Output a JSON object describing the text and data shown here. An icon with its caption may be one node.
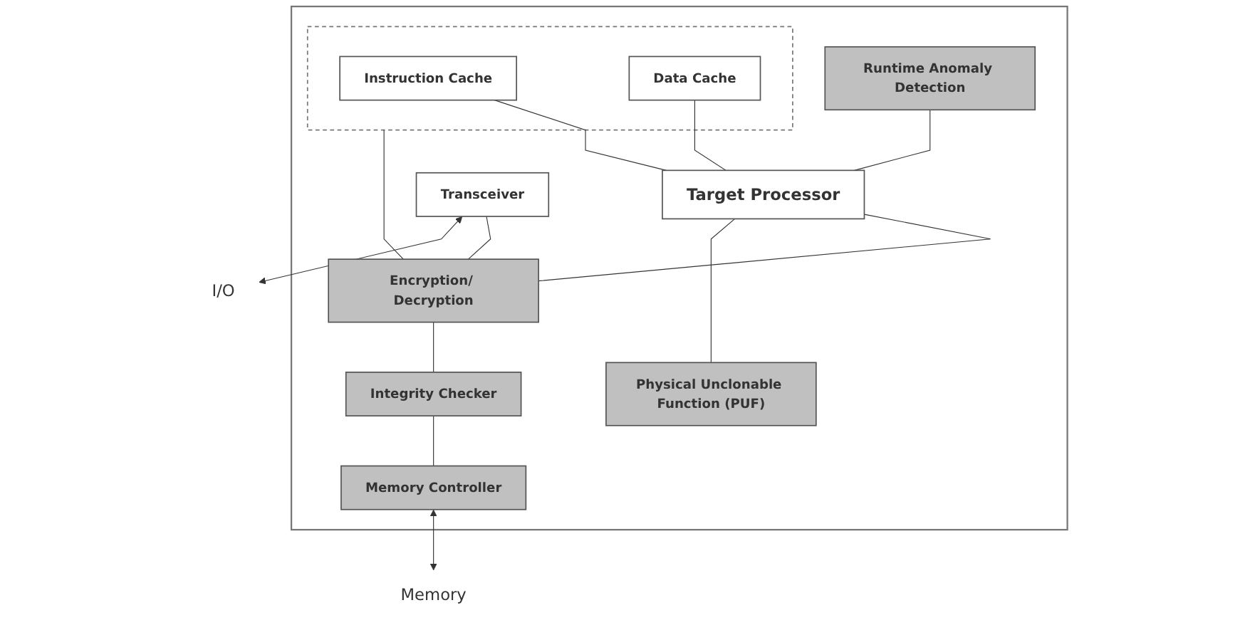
{
  "diagram": {
    "nodes": [
      {
        "text": [],
        "shape": "box"
      },
      {
        "text": [],
        "shape": "box",
        "in": 0
      },
      {
        "text": [
          "Instruction Cache"
        ],
        "in": 1
      },
      {
        "text": [
          "Data Cache"
        ],
        "in": 1
      },
      {
        "text": [
          "Transceiver"
        ],
        "in": 0
      },
      {
        "text": [
          "Runtime Anomaly Detection"
        ],
        "in": 0
      },
      {
        "text": [
          "Target Processor"
        ],
        "in": 0
      },
      {
        "text": [
          "Encryption/ Decryption"
        ],
        "in": 0
      },
      {
        "text": [
          "Integrity Checker"
        ],
        "in": 0
      },
      {
        "text": [
          "Physical Unclonable Function (PUF)"
        ],
        "in": 0
      },
      {
        "text": [
          "Memory Controller"
        ],
        "in": 0
      },
      {
        "text": [
          "I/O"
        ]
      },
      {
        "text": [
          "Memory"
        ]
      }
    ],
    "edges": [
      {
        "from": 2,
        "to": 6,
        "arrow": "none"
      },
      {
        "from": 3,
        "to": 6,
        "arrow": "none"
      },
      {
        "from": 1,
        "to": 7,
        "arrow": "none"
      },
      {
        "from": 4,
        "to": 7,
        "arrow": "none"
      },
      {
        "from": 5,
        "to": 6,
        "arrow": "none"
      },
      {
        "from": 6,
        "to": 7,
        "arrow": "none"
      },
      {
        "from": 7,
        "to": 8,
        "arrow": "none"
      },
      {
        "from": 6,
        "to": 9,
        "arrow": "none"
      },
      {
        "from": 8,
        "to": 10,
        "arrow": "none"
      },
      {
        "from": 4,
        "to": 11,
        "arrow": "both"
      },
      {
        "from": 10,
        "to": 12,
        "arrow": "both"
      }
    ]
  }
}
